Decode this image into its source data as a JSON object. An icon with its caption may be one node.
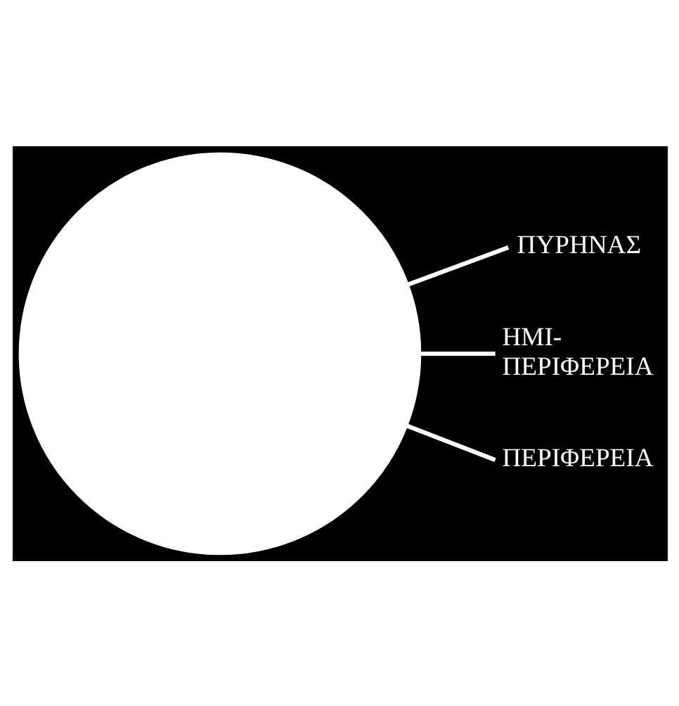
{
  "diagram": {
    "nodes": [
      {
        "text": [],
        "shape": "circle"
      },
      {
        "text": [
          "ΠΥΡΗΝΑΣ"
        ]
      },
      {
        "text": [
          "ΗΜΙ- ΠΕΡΙΦΕΡΕΙΑ"
        ]
      },
      {
        "text": [
          "ΠΕΡΙΦΕΡΕΙΑ"
        ]
      }
    ],
    "edges": [
      {
        "from": 1,
        "to": 0,
        "arrow": "none"
      },
      {
        "from": 2,
        "to": 0,
        "arrow": "none"
      },
      {
        "from": 3,
        "to": 0,
        "arrow": "none"
      }
    ]
  }
}
